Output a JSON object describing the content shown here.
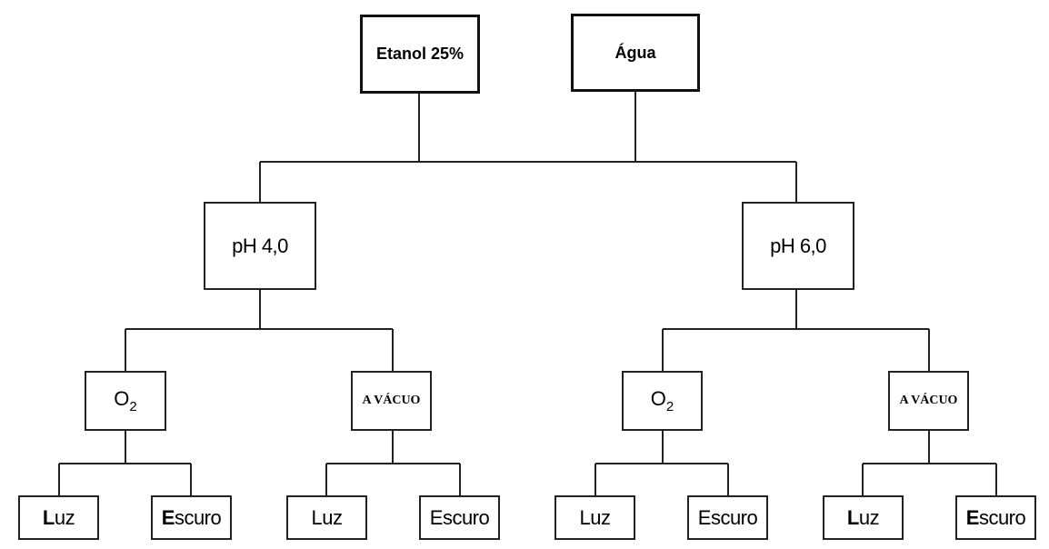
{
  "roots": [
    {
      "label": "Etanol 25%"
    },
    {
      "label": "Água"
    }
  ],
  "ph_nodes": [
    {
      "label": "pH 4,0"
    },
    {
      "label": "pH 6,0"
    }
  ],
  "atmosphere_nodes": [
    {
      "o2": {
        "main": "O",
        "sub": "2"
      },
      "vacuum": "A VÁCUO"
    },
    {
      "o2": {
        "main": "O",
        "sub": "2"
      },
      "vacuum": "A VÁCUO"
    }
  ],
  "light_conditions": {
    "light": {
      "first": "L",
      "rest": "uz"
    },
    "dark": {
      "first": "E",
      "rest": "scuro"
    }
  }
}
